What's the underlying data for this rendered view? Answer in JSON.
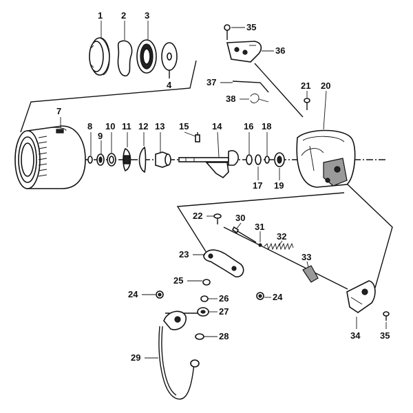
{
  "diagram": {
    "part_numbers": [
      "1",
      "2",
      "3",
      "4",
      "7",
      "8",
      "9",
      "10",
      "11",
      "12",
      "13",
      "14",
      "15",
      "16",
      "17",
      "18",
      "19",
      "20",
      "21",
      "22",
      "23",
      "24",
      "24",
      "25",
      "26",
      "27",
      "28",
      "29",
      "30",
      "31",
      "32",
      "33",
      "34",
      "35",
      "35",
      "36",
      "37",
      "38"
    ]
  }
}
